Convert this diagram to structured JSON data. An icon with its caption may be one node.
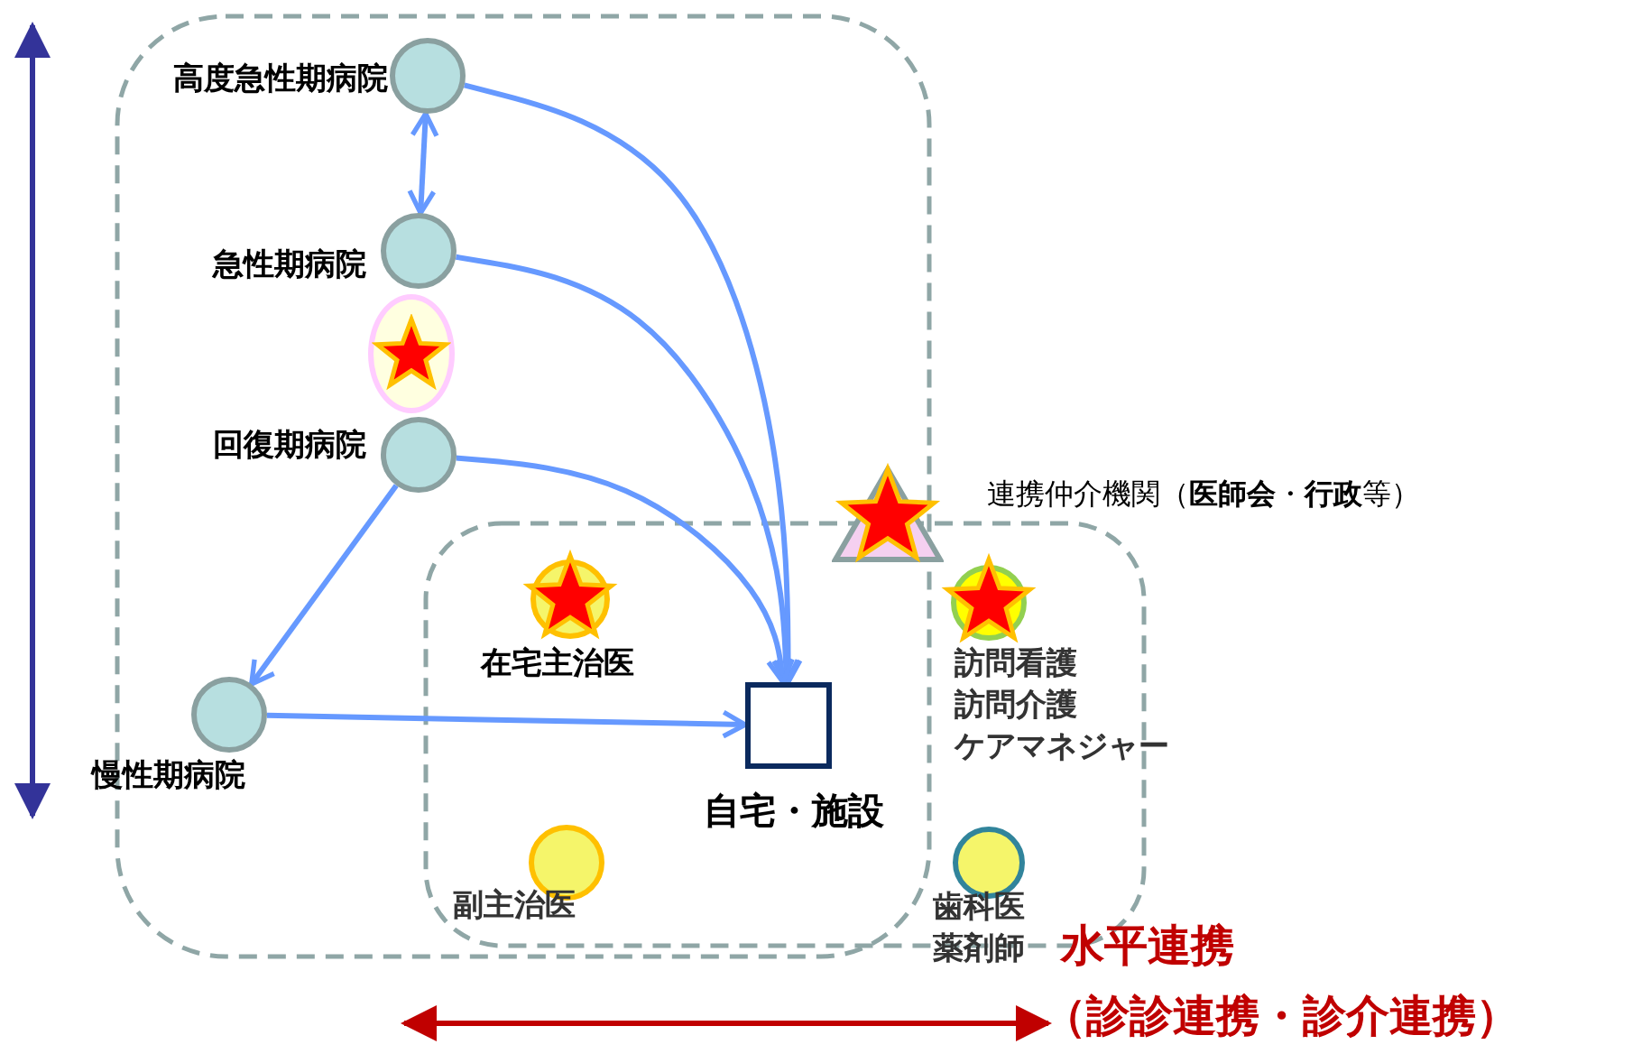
{
  "diagram": {
    "nodes": [
      {
        "text": [
          "高度急性期病院"
        ]
      },
      {
        "text": [
          "急性期病院"
        ]
      },
      {
        "text": [
          "回復期病院"
        ]
      },
      {
        "text": [
          "慢性期病院"
        ]
      },
      {
        "text": [
          "自宅・施設"
        ]
      },
      {
        "text": [
          "在宅主治医"
        ]
      },
      {
        "text": [
          "副主治医"
        ]
      },
      {
        "text": [
          "訪問看護",
          "訪問介護",
          "ケアマネジャー"
        ]
      },
      {
        "text": [
          "歯科医",
          "薬剤師"
        ]
      },
      {
        "text": [
          "連携仲介機関（**医師会**・**行政**等）"
        ]
      },
      {
        "text": [],
        "shape": "ellipse"
      }
    ],
    "edges": [
      {
        "from": 0,
        "to": 4,
        "arrow": "to"
      },
      {
        "from": 1,
        "to": 4,
        "arrow": "to"
      },
      {
        "from": 2,
        "to": 4,
        "arrow": "to"
      },
      {
        "from": 0,
        "to": 1,
        "arrow": "both"
      },
      {
        "from": 2,
        "to": 3,
        "arrow": "to"
      },
      {
        "from": 3,
        "to": 4,
        "arrow": "to"
      }
    ],
    "labels": [
      "水平連携",
      "（診診連携・診介連携）"
    ]
  }
}
